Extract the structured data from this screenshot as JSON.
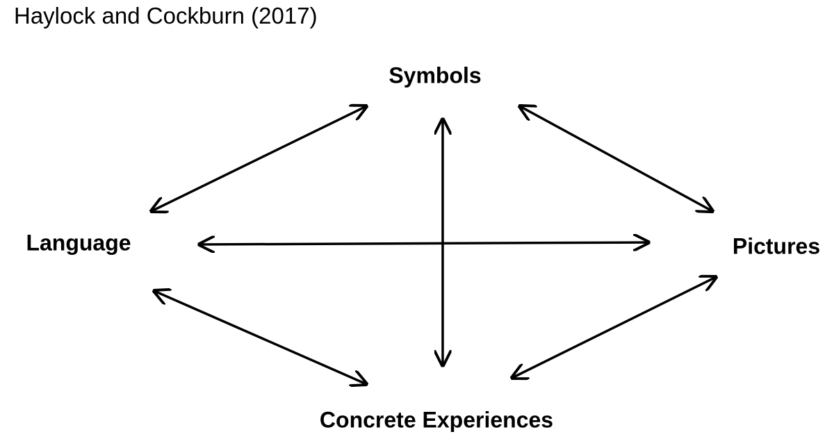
{
  "citation": "Haylock and Cockburn (2017)",
  "nodes": {
    "symbols": "Symbols",
    "language": "Language",
    "pictures": "Pictures",
    "concrete": "Concrete Experiences"
  },
  "colors": {
    "text": "#000000",
    "arrow": "#000000",
    "background": "#ffffff"
  }
}
